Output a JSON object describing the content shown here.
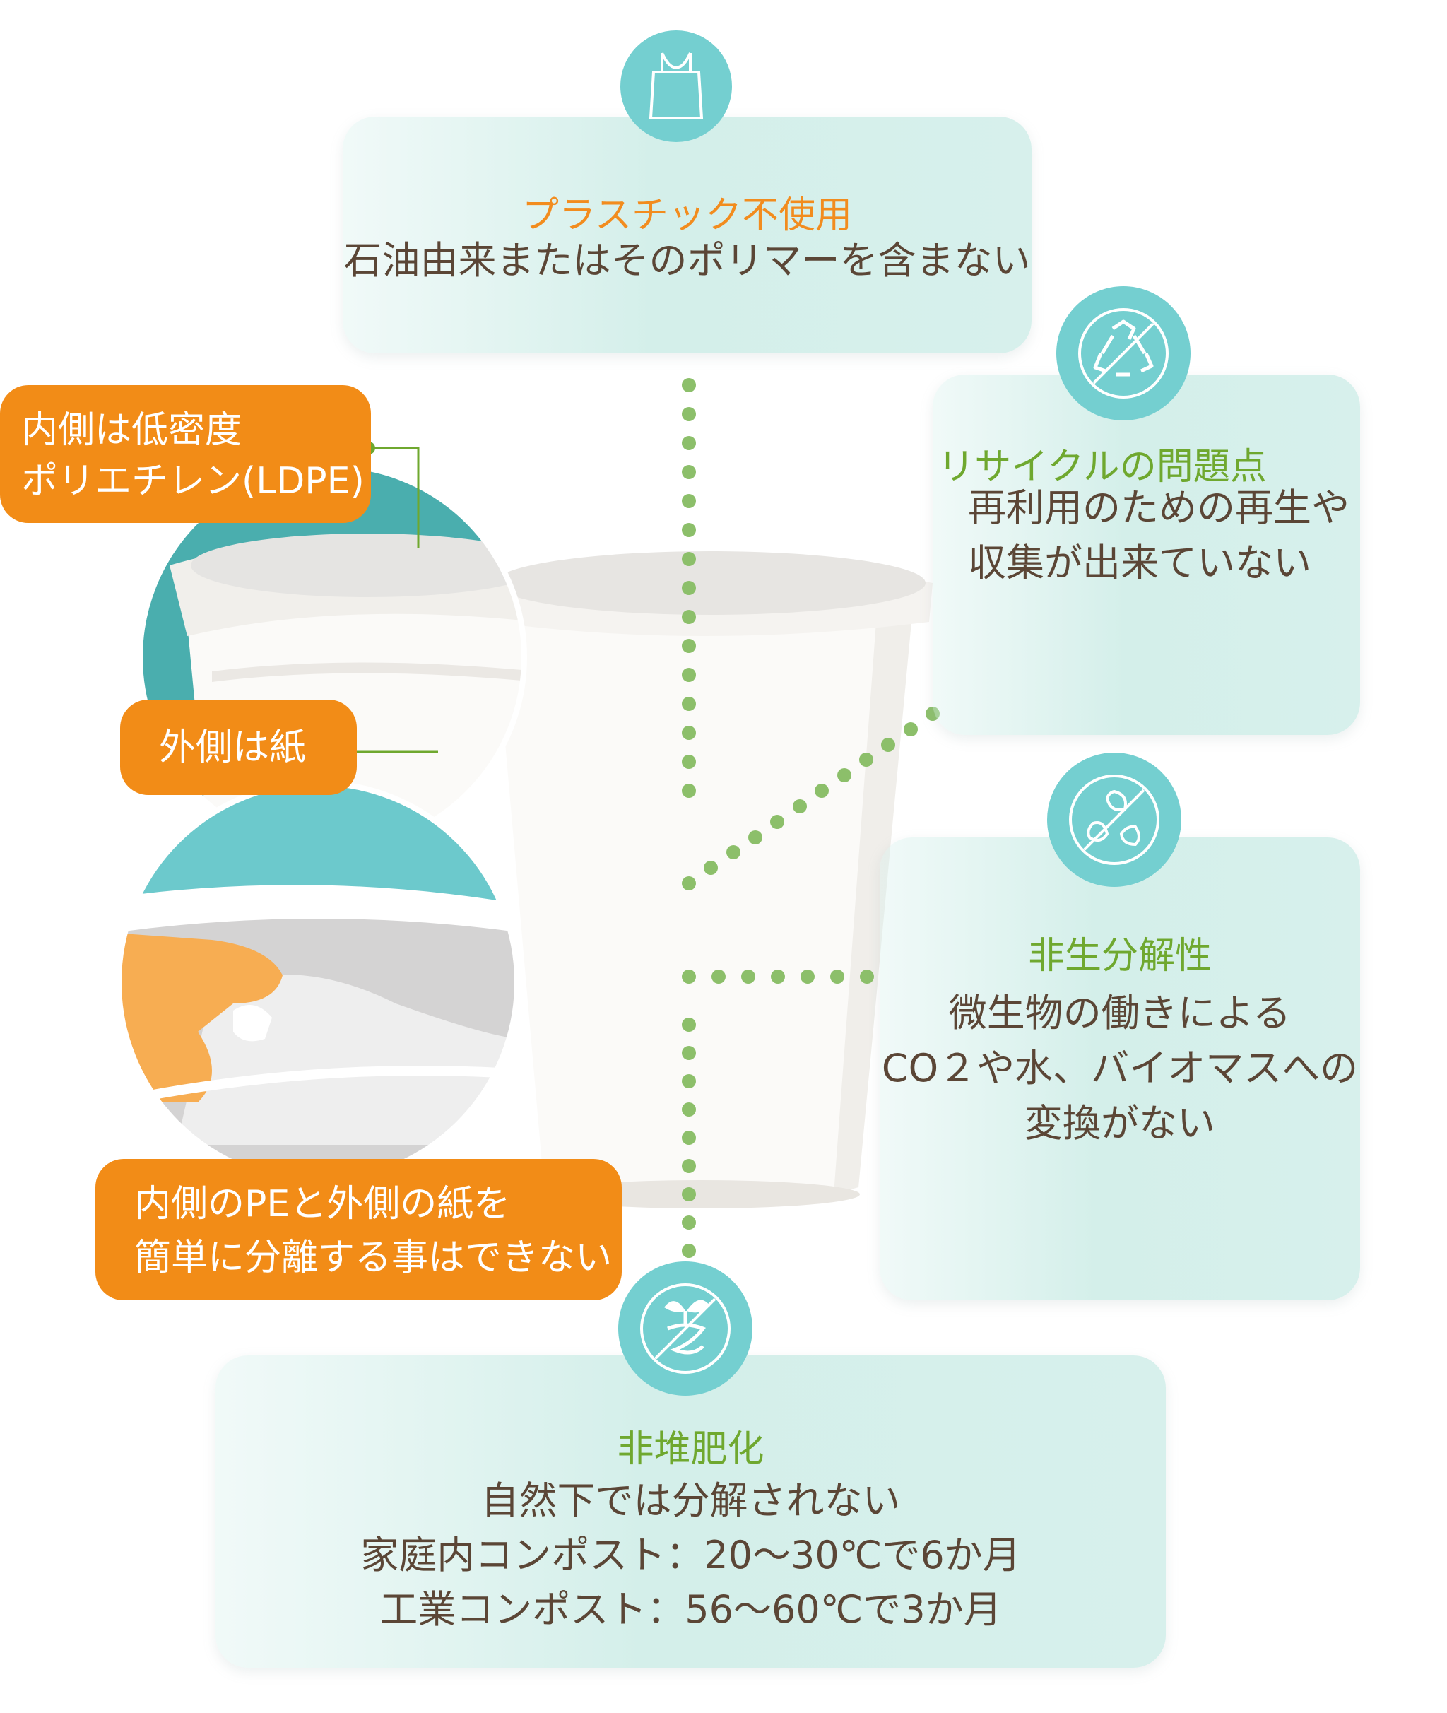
{
  "top_card": {
    "title": "プラスチック不使用",
    "body": "石油由来またはそのポリマーを含まない",
    "icon": "plastic-bag-icon"
  },
  "recycle_card": {
    "title": "リサイクルの問題点",
    "lines": [
      "再利用のための再生や",
      "収集が出来ていない"
    ],
    "icon": "no-recycle-icon"
  },
  "biodeg_card": {
    "title": "非生分解性",
    "lines": [
      "微生物の働きによる",
      "CO２や水、バイオマスへの",
      "変換がない"
    ],
    "icon": "no-biodegrade-icon"
  },
  "compost_card": {
    "title": "非堆肥化",
    "lines": [
      "自然下では分解されない",
      "家庭内コンポスト：20～30℃で6か月",
      "工業コンポスト：56～60℃で3か月"
    ],
    "icon": "no-compost-icon"
  },
  "labels": {
    "inner": [
      "内側は低密度",
      "ポリエチレン(LDPE)"
    ],
    "outer": "外側は紙",
    "separate": [
      "内側のPEと外側の紙を",
      "簡単に分離する事はできない"
    ]
  },
  "colors": {
    "orange": "#f28c17",
    "green": "#6fa82f",
    "teal": "#74cfd0",
    "card": "#d4efea",
    "text": "#5b4636"
  }
}
